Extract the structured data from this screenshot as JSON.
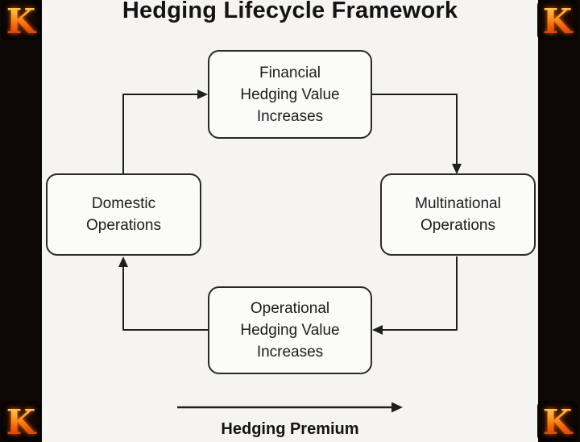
{
  "title": "Hedging Lifecycle Framework",
  "nodes": {
    "financial": {
      "lines": [
        "Financial",
        "Hedging Value",
        "Increases"
      ]
    },
    "multinational": {
      "lines": [
        "Multinational",
        "Operations"
      ]
    },
    "operational": {
      "lines": [
        "Operational",
        "Hedging Value",
        "Increases"
      ]
    },
    "domestic": {
      "lines": [
        "Domestic",
        "Operations"
      ]
    }
  },
  "edges": [
    {
      "from": "domestic",
      "to": "financial"
    },
    {
      "from": "financial",
      "to": "multinational"
    },
    {
      "from": "multinational",
      "to": "operational"
    },
    {
      "from": "operational",
      "to": "domestic"
    }
  ],
  "bottom_axis": {
    "label": "Hedging Premium",
    "direction": "right"
  },
  "watermark": {
    "letter": "K"
  },
  "colors": {
    "background": "#f5f4f2",
    "box_fill": "#fbfbfa",
    "box_border": "#2a2a2a",
    "arrow": "#1f1f1f",
    "side_bar": "#0d0807",
    "flame_top": "#ffe27a",
    "flame_mid": "#ff9b1d",
    "flame_deep": "#b72a04"
  }
}
